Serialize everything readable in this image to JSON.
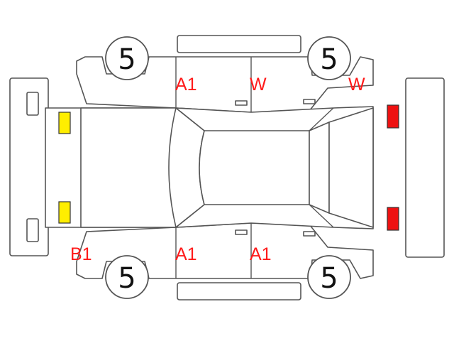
{
  "colors": {
    "outline": "#555555",
    "mark_text": "#ff1a1a",
    "lamp_front": "#ffee00",
    "lamp_rear": "#ee1111"
  },
  "tires": {
    "front_left": "5",
    "rear_left": "5",
    "front_right": "5",
    "rear_right": "5"
  },
  "marks": {
    "fender_front_left": "A1",
    "door_rear_left": "W",
    "quarter_rear_left": "W",
    "bumper_front_right": "B1",
    "door_front_right": "A1",
    "door_rear_right": "A1"
  },
  "icons": {
    "front_lamps": "yellow-square-icon",
    "rear_lamps": "red-square-icon"
  }
}
